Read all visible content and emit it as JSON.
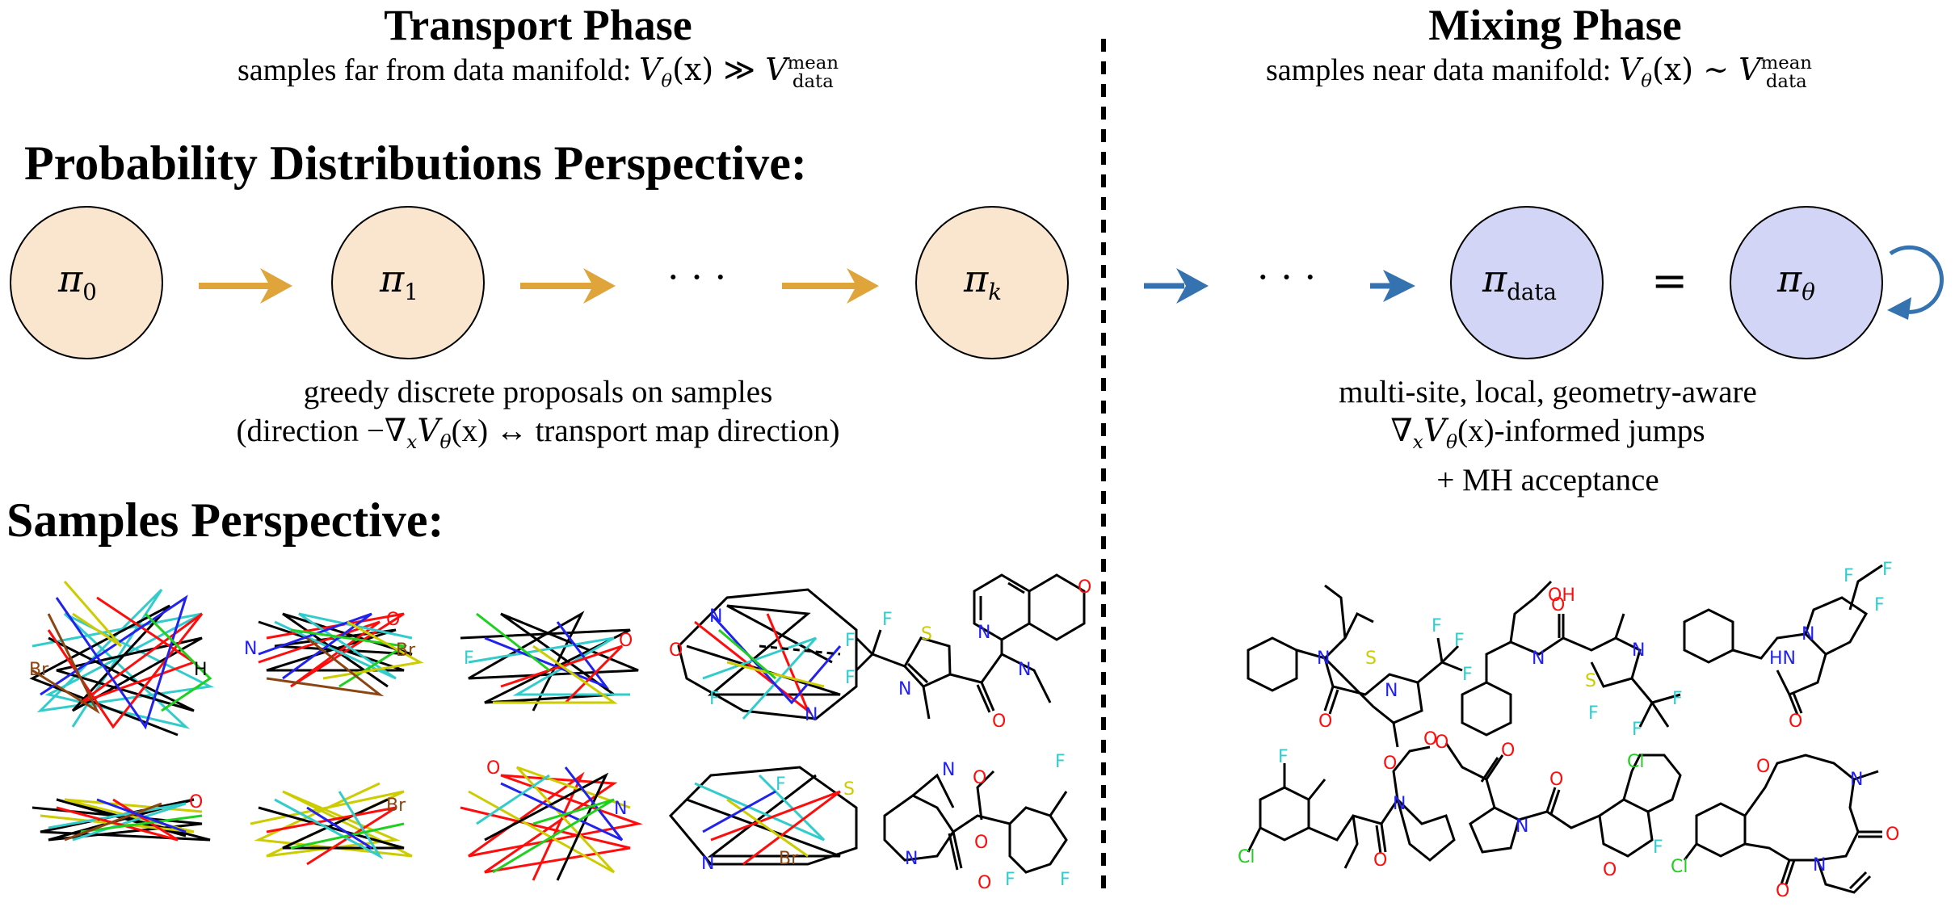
{
  "transport": {
    "title": "Transport Phase",
    "subtitle_prefix": "samples far from data manifold:",
    "relation": "≫",
    "perspective_label": "Probability Distributions Perspective:",
    "nodes": [
      "π",
      "π",
      "π"
    ],
    "node_subs": [
      "0",
      "1",
      "k"
    ],
    "ellipsis": "· · ·",
    "desc_line1": "greedy discrete proposals on samples",
    "desc_line2_prefix": "(direction −",
    "desc_line2_suffix": "↔ transport map direction)",
    "samples_label": "Samples Perspective:"
  },
  "mixing": {
    "title": "Mixing Phase",
    "subtitle_prefix": "samples near data manifold:",
    "relation": "∼",
    "ellipsis": "· · ·",
    "node_data_sub": "data",
    "node_theta_sub": "θ",
    "equals": "=",
    "desc_line1": "multi-site, local, geometry-aware",
    "desc_line2_suffix": "-informed jumps",
    "desc_line3": "+ MH acceptance"
  },
  "math": {
    "V": "V",
    "theta": "θ",
    "x_arg": "(x)",
    "data": "data",
    "mean": "mean",
    "nabla": "∇",
    "x": "x",
    "pi": "π"
  },
  "atoms": {
    "O": "O",
    "N": "N",
    "F": "F",
    "S": "S",
    "H": "H",
    "Cl": "Cl",
    "Br": "Br",
    "HN": "HN",
    "OH": "OH"
  },
  "colors": {
    "transport_node_fill": "#FAE5CE",
    "mixing_node_fill": "#D3D5F7",
    "transport_arrow": "#E0A53A",
    "mixing_arrow": "#3572B0",
    "divider": "#000000",
    "atom_O": "#FF0D0D",
    "atom_N": "#2222EE",
    "atom_F": "#33CCCC",
    "atom_S": "#CCCC00",
    "atom_Cl": "#1FD01F",
    "atom_Br": "#8B4513"
  }
}
